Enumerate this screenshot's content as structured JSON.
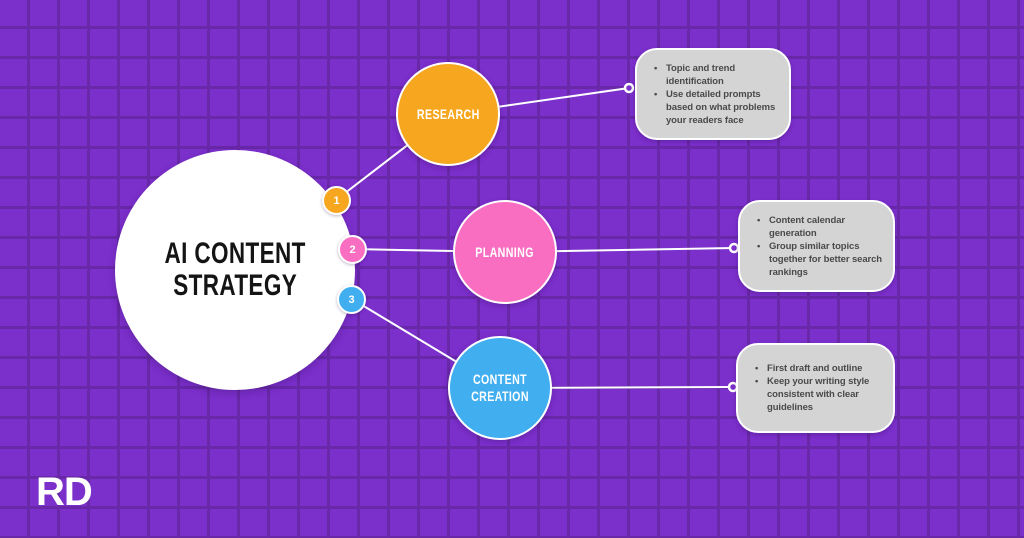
{
  "colors": {
    "background": "#7B2FCB",
    "grid_line": "#6828A8",
    "center_circle_fill": "#FFFFFF",
    "title_text": "#141414",
    "box_fill": "#D4D4D4",
    "box_text": "#4A4A4A",
    "connector": "#FFFFFF",
    "logo_text": "#FFFFFF"
  },
  "center": {
    "title_line1": "AI CONTENT",
    "title_line2": "STRATEGY"
  },
  "branches": [
    {
      "badge": "1",
      "label": "RESEARCH",
      "color": "#F6A71F",
      "bullets": [
        "Topic and trend identification",
        "Use detailed prompts based on what problems your readers face"
      ]
    },
    {
      "badge": "2",
      "label": "PLANNING",
      "color": "#FA6EC2",
      "bullets": [
        "Content calendar generation",
        "Group similar topics together for better search rankings"
      ]
    },
    {
      "badge": "3",
      "label": "CONTENT CREATION",
      "color": "#41AEF0",
      "bullets": [
        "First draft and outline",
        "Keep your writing style consistent with clear guidelines"
      ]
    }
  ],
  "logo": "RD"
}
